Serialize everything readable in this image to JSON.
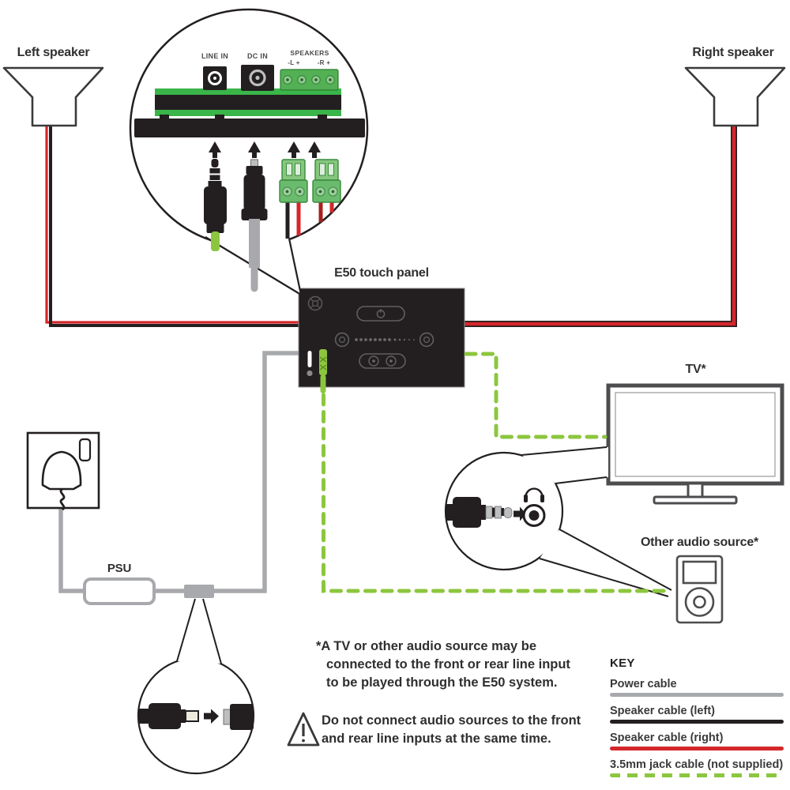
{
  "labels": {
    "left_speaker": "Left speaker",
    "right_speaker": "Right speaker",
    "e50": "E50 touch panel",
    "tv": "TV*",
    "other_audio": "Other audio source*",
    "psu": "PSU"
  },
  "rear_panel": {
    "line_in": "LINE IN",
    "dc_in": "DC IN",
    "speakers": "SPEAKERS",
    "left_terminal": "-L +",
    "right_terminal": "-R +"
  },
  "footnote": {
    "lines": [
      "*A TV or other audio source may be",
      "connected to the front or rear line input",
      "to be played through the E50 system."
    ]
  },
  "warning": {
    "lines": [
      "Do not connect audio sources to the front",
      "and rear line inputs at the same time."
    ]
  },
  "key": {
    "title": "KEY",
    "items": [
      {
        "label": "Power cable",
        "color": "#A7A9AC",
        "style": "solid"
      },
      {
        "label": "Speaker cable (left)",
        "color": "#231F20",
        "style": "solid"
      },
      {
        "label": "Speaker cable (right)",
        "color": "#D4272B",
        "style": "solid"
      },
      {
        "label": "3.5mm jack cable (not supplied)",
        "color": "#8CC63F",
        "style": "dashed"
      }
    ]
  },
  "colors": {
    "power_cable": "#A7A9AC",
    "speaker_left_cable": "#231F20",
    "speaker_right_cable": "#D4272B",
    "jack_cable": "#8CC63F",
    "pcb_green": "#3AB54A",
    "panel_black": "#231F20"
  }
}
